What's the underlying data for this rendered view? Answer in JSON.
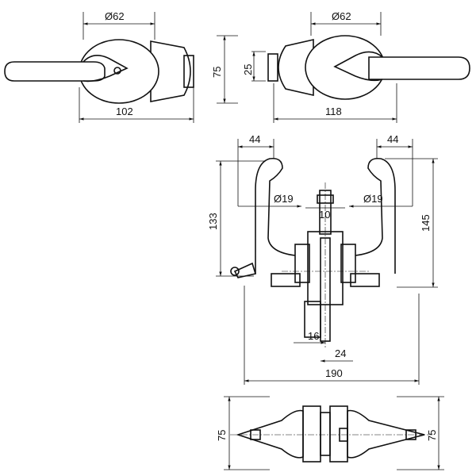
{
  "diagram": {
    "title": "Lever handle lock set — dimension drawing",
    "side_view_left": {
      "diameter": "Ø62",
      "width": "102"
    },
    "side_view_right": {
      "diameter": "Ø62",
      "width": "118",
      "height": "75",
      "plate_height": "25"
    },
    "front_view": {
      "left_offset": "44",
      "right_offset": "44",
      "left_grip": "Ø19",
      "right_grip": "Ø19",
      "spindle": "10",
      "left_height": "133",
      "right_height": "145",
      "plate": "16",
      "latch": "24",
      "total_width": "190"
    },
    "top_view": {
      "left_height": "75",
      "right_height": "75"
    }
  }
}
